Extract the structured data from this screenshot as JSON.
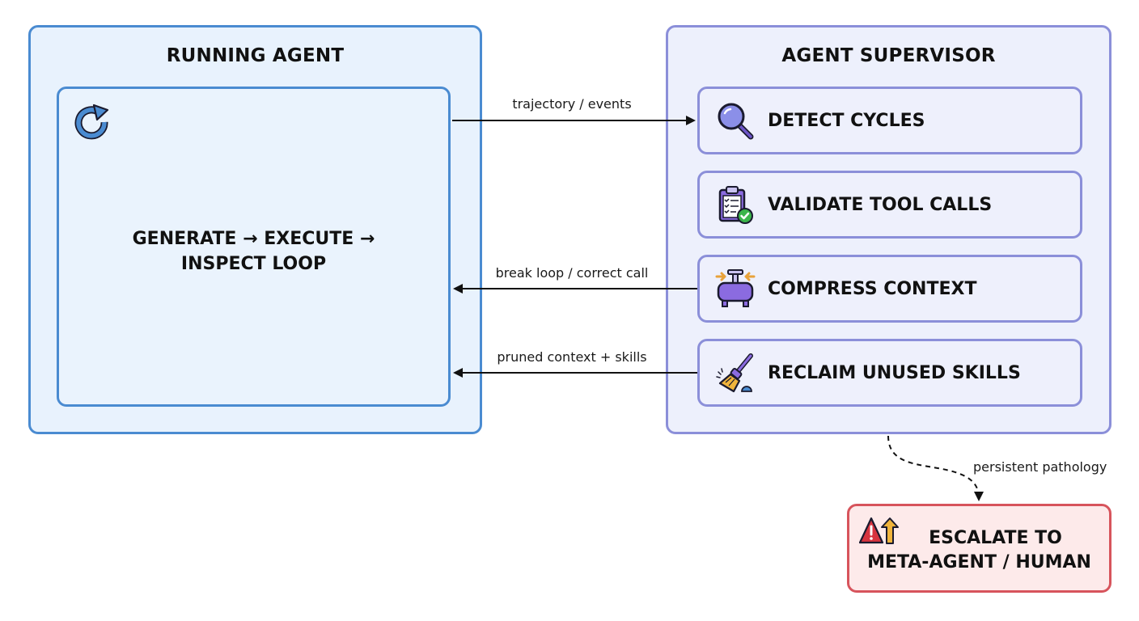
{
  "running_agent": {
    "title": "RUNNING AGENT",
    "loop_icon": "refresh-cycle-icon",
    "loop_text_line1": "GENERATE → EXECUTE →",
    "loop_text_line2": "INSPECT LOOP"
  },
  "supervisor": {
    "title": "AGENT SUPERVISOR",
    "items": [
      {
        "label": "DETECT CYCLES",
        "icon": "magnifier-icon"
      },
      {
        "label": "VALIDATE TOOL CALLS",
        "icon": "clipboard-check-icon"
      },
      {
        "label": "COMPRESS CONTEXT",
        "icon": "compressor-icon"
      },
      {
        "label": "RECLAIM UNUSED SKILLS",
        "icon": "broom-icon"
      }
    ]
  },
  "edges": [
    {
      "label": "trajectory / events",
      "from": "running_agent",
      "to": "detect_cycles"
    },
    {
      "label": "break loop / correct call",
      "from": "compress_context",
      "to": "running_agent"
    },
    {
      "label": "pruned context + skills",
      "from": "reclaim_unused_skills",
      "to": "running_agent"
    },
    {
      "label": "persistent pathology",
      "from": "supervisor",
      "to": "escalate",
      "style": "dashed"
    }
  ],
  "escalate": {
    "line1": "ESCALATE TO",
    "line2": "META-AGENT / HUMAN",
    "icon": "warning-escalate-icon"
  },
  "colors": {
    "agent_border": "#4a8bd1",
    "agent_fill": "#e8f2fd",
    "supervisor_border": "#8b8fd9",
    "supervisor_fill": "#edf0fc",
    "escalate_border": "#d7545c",
    "escalate_fill": "#fdeaea",
    "icon_purple": "#8b6be0"
  }
}
